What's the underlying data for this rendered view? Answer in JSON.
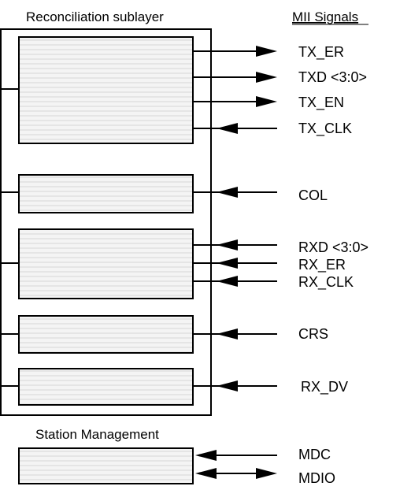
{
  "sublayer_title": "Reconciliation sublayer",
  "mii_header": "MII Signals",
  "station_title": "Station Management",
  "signals": {
    "tx_er": "TX_ER",
    "txd": "TXD <3:0>",
    "tx_en": "TX_EN",
    "tx_clk": "TX_CLK",
    "col": "COL",
    "rxd": "RXD <3:0>",
    "rx_er": "RX_ER",
    "rx_clk": "RX_CLK",
    "crs": "CRS",
    "rx_dv": "RX_DV",
    "mdc": "MDC",
    "mdio": "MDIO"
  },
  "colors": {
    "line": "#000000",
    "box_fill": "#f4f4f4",
    "box_stripe": "#d8d8d8"
  }
}
